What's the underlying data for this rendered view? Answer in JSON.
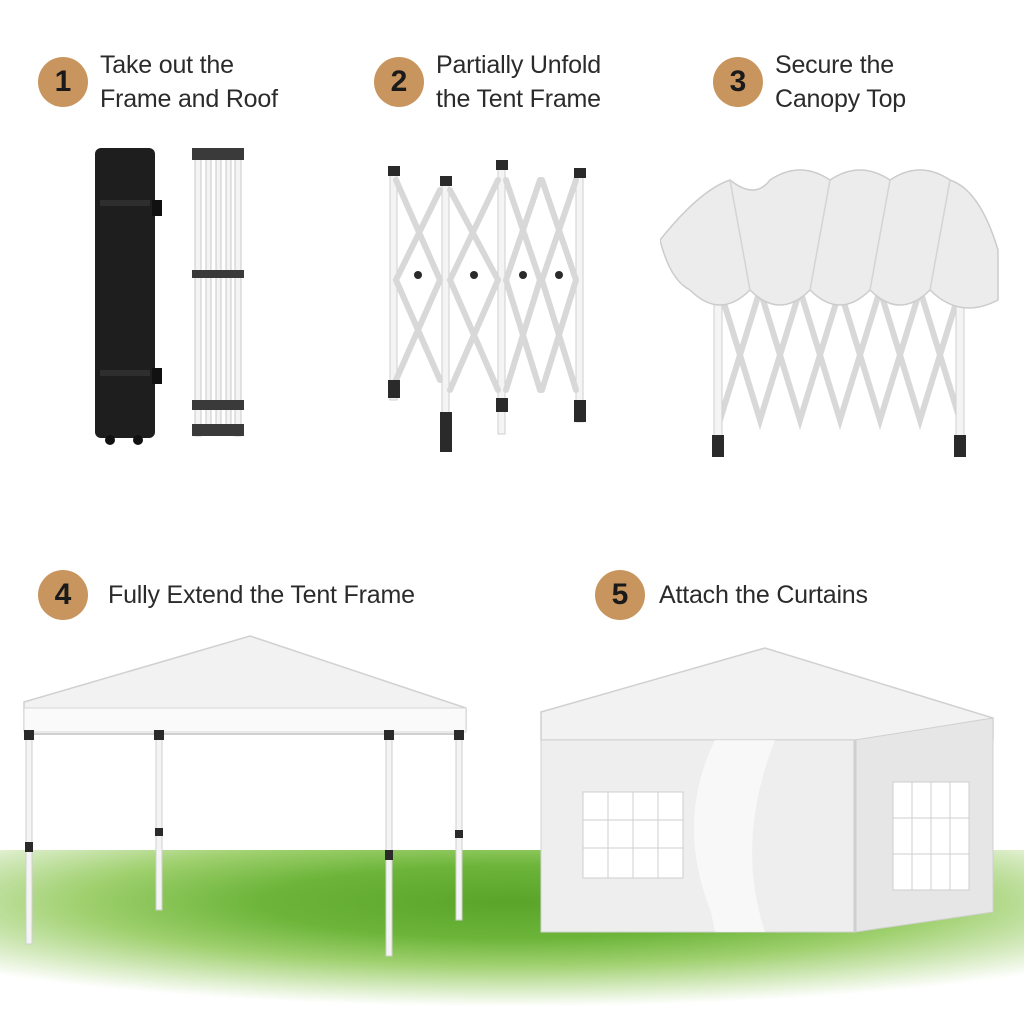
{
  "colors": {
    "badge": "#c8955f",
    "frame": "#f4f4f4",
    "frame_stroke": "#cfcfcf",
    "joint": "#2a2a2a",
    "bag": "#1e1e1e",
    "canopy": "#eeeeee",
    "grass": "#6cb53a"
  },
  "steps": [
    {
      "number": "1",
      "title": "Take out the\nFrame and Roof"
    },
    {
      "number": "2",
      "title": "Partially Unfold\nthe Tent Frame"
    },
    {
      "number": "3",
      "title": "Secure the\nCanopy Top"
    },
    {
      "number": "4",
      "title": "Fully Extend the Tent Frame"
    },
    {
      "number": "5",
      "title": "Attach the Curtains"
    }
  ]
}
